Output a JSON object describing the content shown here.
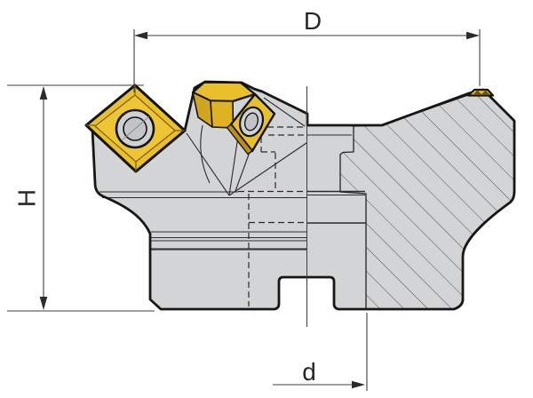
{
  "diagram": {
    "type": "technical-drawing",
    "subject": "face milling cutter half-section view with indexable carbide inserts",
    "dimensions": {
      "outer_diameter": {
        "label": "D"
      },
      "height": {
        "label": "H"
      },
      "bore_diameter": {
        "label": "d"
      }
    },
    "colors": {
      "background": "#ffffff",
      "body_gray": "#d3d4d6",
      "insert_yellow": "#e9bf2b",
      "insert_inner": "#eec535",
      "insert_shade": "#d2a51f",
      "insert_front": "#dfb224",
      "insert_dark": "#b8901a",
      "hole_gray": "#cfd0d3",
      "hole_inner_gray": "#c3c4c7",
      "outline": "#171717",
      "hatch_line": "#4f4f4f",
      "dimension_line": "#3c3c3c",
      "label_text": "#26262b"
    }
  }
}
